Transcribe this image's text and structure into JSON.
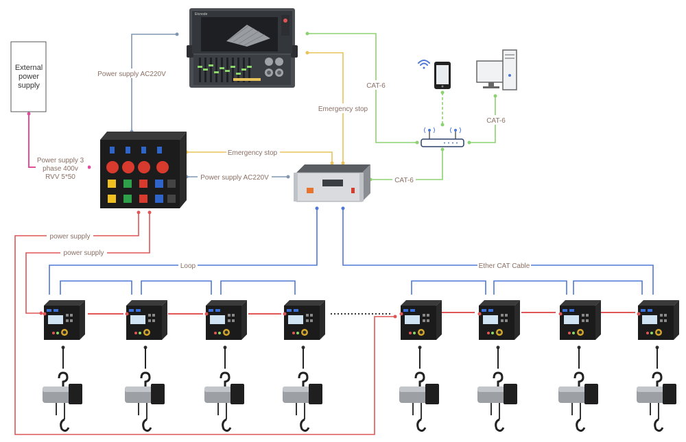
{
  "external_power": {
    "line1": "External",
    "line2": "power",
    "line3": "supply"
  },
  "labels": {
    "ps_ac220_top": "Power supply AC220V",
    "emergency_stop_top": "Emergency stop",
    "cat6_left": "CAT-6",
    "cat6_right": "CAT-6",
    "emergency_stop_mid": "Emergency stop",
    "ps_ac220_mid": "Power supply AC220V",
    "cat6_mid": "CAT-6",
    "ps3_line1": "Power supply 3",
    "ps3_line2": "phase 400v",
    "ps3_line3": "RVV 5*50",
    "power_supply_1": "power supply",
    "power_supply_2": "power supply",
    "loop": "Loop",
    "ethercat": "Ether CAT Cable"
  },
  "console": {
    "brand": "Etcnode"
  },
  "colors": {
    "power": "#e05555",
    "ac220": "#8096b0",
    "emergency": "#e8c25a",
    "cat6": "#8cd270",
    "signal": "#4d78d6",
    "power3": "#e0509a",
    "label": "#8a6f63"
  },
  "icons": [
    "wifi-icon",
    "smartphone-icon",
    "desktop-computer-icon",
    "router-icon",
    "hoist-icon",
    "motor-controller-icon",
    "power-distribution-box-icon",
    "control-console-icon",
    "rack-controller-icon"
  ]
}
